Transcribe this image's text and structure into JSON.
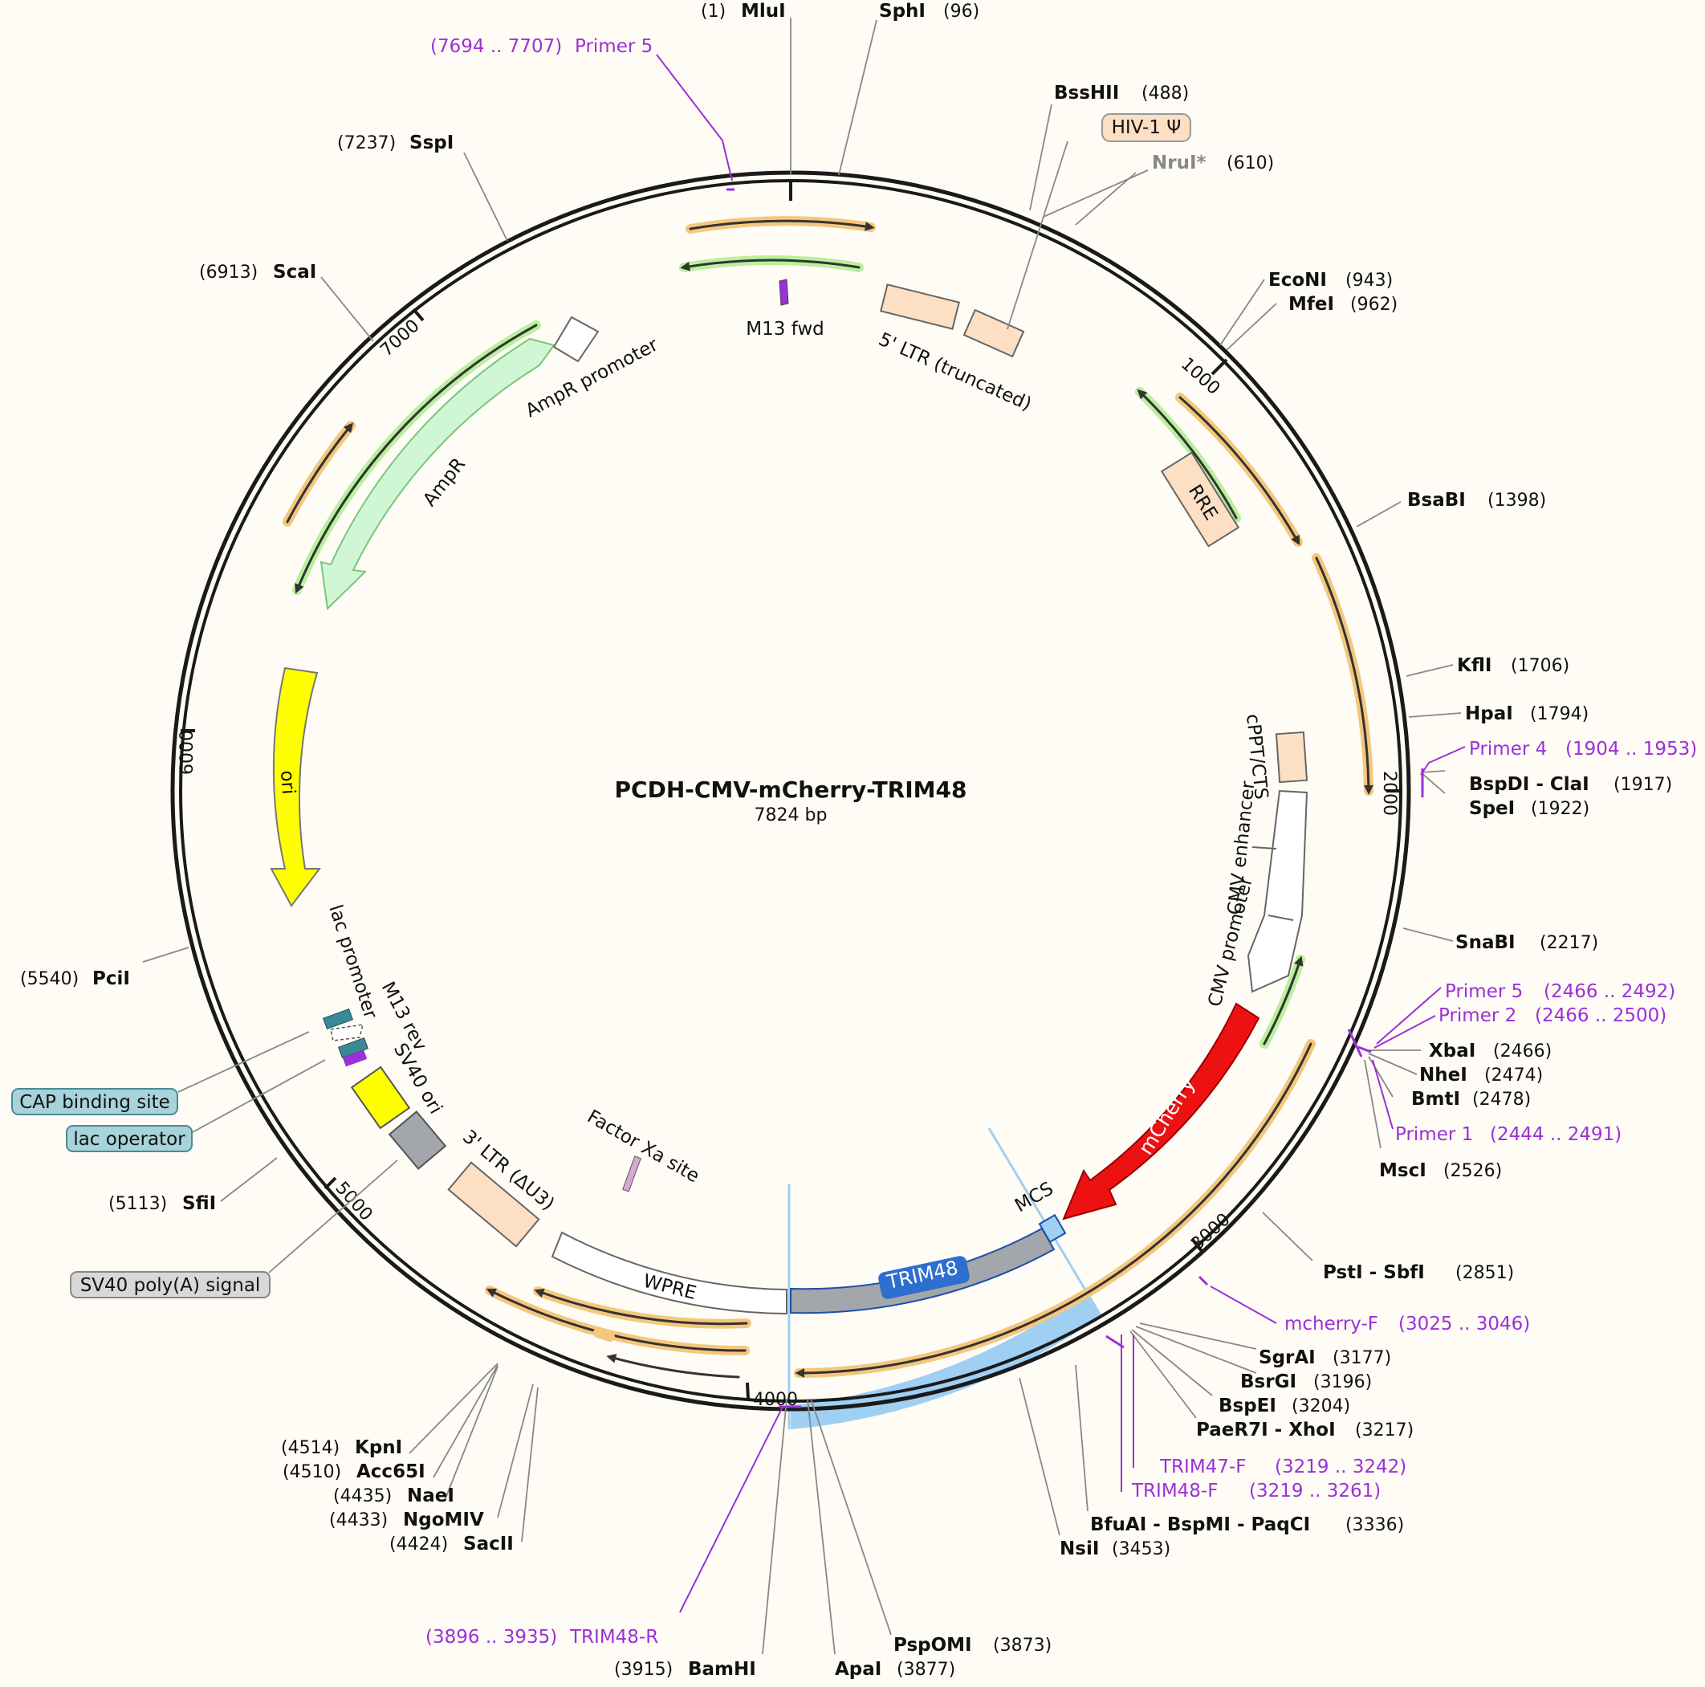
{
  "title": "PCDH-CMV-mCherry-TRIM48",
  "size_label": "7824 bp",
  "total_bp": 7824,
  "ticks": [
    "1000",
    "2000",
    "3000",
    "4000",
    "5000",
    "6000",
    "7000"
  ],
  "sites": [
    {
      "name": "MluI",
      "pos": "(1)"
    },
    {
      "name": "SphI",
      "pos": "(96)"
    },
    {
      "name": "BssHII",
      "pos": "(488)"
    },
    {
      "name": "NruI*",
      "pos": "(610)"
    },
    {
      "name": "EcoNI",
      "pos": "(943)"
    },
    {
      "name": "MfeI",
      "pos": "(962)"
    },
    {
      "name": "BsaBI",
      "pos": "(1398)"
    },
    {
      "name": "KflI",
      "pos": "(1706)"
    },
    {
      "name": "HpaI",
      "pos": "(1794)"
    },
    {
      "name": "BspDI - ClaI",
      "pos": "(1917)"
    },
    {
      "name": "SpeI",
      "pos": "(1922)"
    },
    {
      "name": "SnaBI",
      "pos": "(2217)"
    },
    {
      "name": "XbaI",
      "pos": "(2466)"
    },
    {
      "name": "NheI",
      "pos": "(2474)"
    },
    {
      "name": "BmtI",
      "pos": "(2478)"
    },
    {
      "name": "MscI",
      "pos": "(2526)"
    },
    {
      "name": "PstI - SbfI",
      "pos": "(2851)"
    },
    {
      "name": "SgrAI",
      "pos": "(3177)"
    },
    {
      "name": "BsrGI",
      "pos": "(3196)"
    },
    {
      "name": "BspEI",
      "pos": "(3204)"
    },
    {
      "name": "PaeR7I - XhoI",
      "pos": "(3217)"
    },
    {
      "name": "BfuAI - BspMI - PaqCI",
      "pos": "(3336)"
    },
    {
      "name": "NsiI",
      "pos": "(3453)"
    },
    {
      "name": "PspOMI",
      "pos": "(3873)"
    },
    {
      "name": "ApaI",
      "pos": "(3877)"
    },
    {
      "name": "BamHI",
      "pos": "(3915)"
    },
    {
      "name": "SacII",
      "pos": "(4424)"
    },
    {
      "name": "NgoMIV",
      "pos": "(4433)"
    },
    {
      "name": "NaeI",
      "pos": "(4435)"
    },
    {
      "name": "Acc65I",
      "pos": "(4510)"
    },
    {
      "name": "KpnI",
      "pos": "(4514)"
    },
    {
      "name": "SfiI",
      "pos": "(5113)"
    },
    {
      "name": "PciI",
      "pos": "(5540)"
    },
    {
      "name": "ScaI",
      "pos": "(6913)"
    },
    {
      "name": "SspI",
      "pos": "(7237)"
    }
  ],
  "primers": [
    {
      "name": "Primer 5",
      "range": "(7694 .. 7707)"
    },
    {
      "name": "Primer 4",
      "range": "(1904 .. 1953)"
    },
    {
      "name": "Primer 5",
      "range": "(2466 .. 2492)"
    },
    {
      "name": "Primer 2",
      "range": "(2466 .. 2500)"
    },
    {
      "name": "Primer 1",
      "range": "(2444 .. 2491)"
    },
    {
      "name": "mcherry-F",
      "range": "(3025 .. 3046)"
    },
    {
      "name": "TRIM47-F",
      "range": "(3219 .. 3242)"
    },
    {
      "name": "TRIM48-F",
      "range": "(3219 .. 3261)"
    },
    {
      "name": "TRIM48-R",
      "range": "(3896 .. 3935)"
    }
  ],
  "features": {
    "hiv_psi": "HIV-1 Ψ",
    "ltr5": "5' LTR (truncated)",
    "rre": "RRE",
    "cppt": "cPPT/CTS",
    "cmv_enh": "CMV enhancer",
    "cmv_prom": "CMV promoter",
    "mcherry": "mCherry",
    "mcs": "MCS",
    "trim48": "TRIM48",
    "wpre": "WPRE",
    "ltr3": "3' LTR (ΔU3)",
    "factor_xa": "Factor Xa site",
    "sv40_ori": "SV40 ori",
    "m13_rev": "M13 rev",
    "lac_promoter": "lac promoter",
    "ori": "ori",
    "ampr": "AmpR",
    "ampr_promoter": "AmpR promoter",
    "m13_fwd": "M13 fwd",
    "cap_site": "CAP binding site",
    "lac_operator": "lac operator",
    "sv40_polya": "SV40 poly(A) signal"
  },
  "colors": {
    "background": "#fefcf5",
    "backbone": "#1a1a1a",
    "primer": "#9b30d9",
    "mcherry": "#ee1111",
    "trim48": "#a3a6ab",
    "trim48_label": "#2d6fcf",
    "ori": "#ffff00",
    "ampr": "#cff7d3",
    "ltr": "#fde0c3",
    "selection": "#9fcff2",
    "orf_orange": "#f5c77d",
    "orf_green": "#b9f09d"
  }
}
